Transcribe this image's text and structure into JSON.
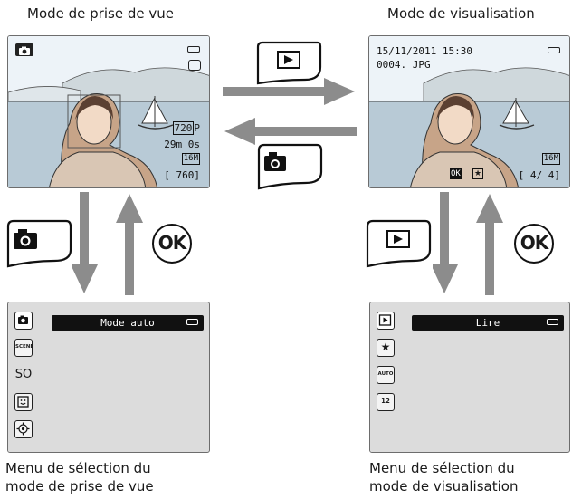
{
  "captions": {
    "shooting_mode": "Mode de prise de vue",
    "playback_mode": "Mode de visualisation",
    "shooting_menu_line1": "Menu de sélection du",
    "shooting_menu_line2": "mode de prise de vue",
    "playback_menu_line1": "Menu de sélection du",
    "playback_menu_line2": "mode de visualisation"
  },
  "shooting_screen": {
    "video_size": "720",
    "video_suffix": "P",
    "remaining_time": "29m 0s",
    "image_size": "16M",
    "exposures_remaining": "[  760]"
  },
  "playback_screen": {
    "datetime": "15/11/2011  15:30",
    "filename": "0004. JPG",
    "image_size": "16M",
    "ok_label": "OK",
    "counter": "[    4/    4]"
  },
  "buttons": {
    "ok_left": "OK",
    "ok_right": "OK"
  },
  "shooting_menu": {
    "title": "Mode auto",
    "icons": [
      {
        "name": "camera-icon",
        "text": ""
      },
      {
        "name": "scene-icon",
        "text": "SCENE"
      },
      {
        "name": "sport-continuous-icon",
        "text": "SO"
      },
      {
        "name": "smart-portrait-icon",
        "text": ""
      },
      {
        "name": "subject-tracking-icon",
        "text": ""
      }
    ]
  },
  "playback_menu": {
    "title": "Lire",
    "icons": [
      {
        "name": "play-icon",
        "text": ""
      },
      {
        "name": "favorites-icon",
        "text": "★"
      },
      {
        "name": "auto-sort-icon",
        "text": "AUTO"
      },
      {
        "name": "list-by-date-icon",
        "text": "12"
      }
    ]
  },
  "colors": {
    "arrow_gray": "#8c8c8c",
    "screen_border": "#6d6d6d",
    "menu_bar": "#111111"
  }
}
